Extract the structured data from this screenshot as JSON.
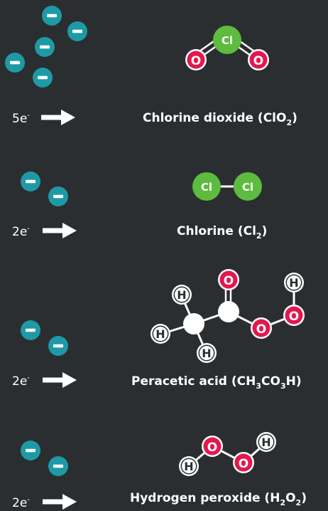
{
  "colors": {
    "background": "#2b2e30",
    "electron": "#1e9aa6",
    "oxygen": "#e3174e",
    "chlorine": "#5dbb3f",
    "hydrogen": "#ffffff",
    "carbon": "#ffffff",
    "bond": "#ffffff"
  },
  "rows": [
    {
      "electrons": "5e",
      "electron_sup": "-",
      "name": "Chlorine dioxide (ClO",
      "name_sub": "2",
      "name_end": ")",
      "atoms": {
        "cl": "Cl",
        "o1": "O",
        "o2": "O"
      }
    },
    {
      "electrons": "2e",
      "electron_sup": "-",
      "name": "Chlorine (Cl",
      "name_sub": "2",
      "name_end": ")",
      "atoms": {
        "cl1": "Cl",
        "cl2": "Cl"
      }
    },
    {
      "electrons": "2e",
      "electron_sup": "-",
      "name_parts": [
        "Peracetic acid (CH",
        "3",
        "CO",
        "3",
        "H)"
      ],
      "atoms": {
        "h1": "H",
        "h2": "H",
        "h3": "H",
        "o1": "O",
        "o2": "O",
        "o3": "O",
        "h4": "H"
      }
    },
    {
      "electrons": "2e",
      "electron_sup": "-",
      "name": "Hydrogen peroxide (H",
      "name_sub": "2",
      "name_mid": "O",
      "name_sub2": "2",
      "name_end": ")",
      "atoms": {
        "h1": "H",
        "o1": "O",
        "o2": "O",
        "h2": "H"
      }
    }
  ]
}
